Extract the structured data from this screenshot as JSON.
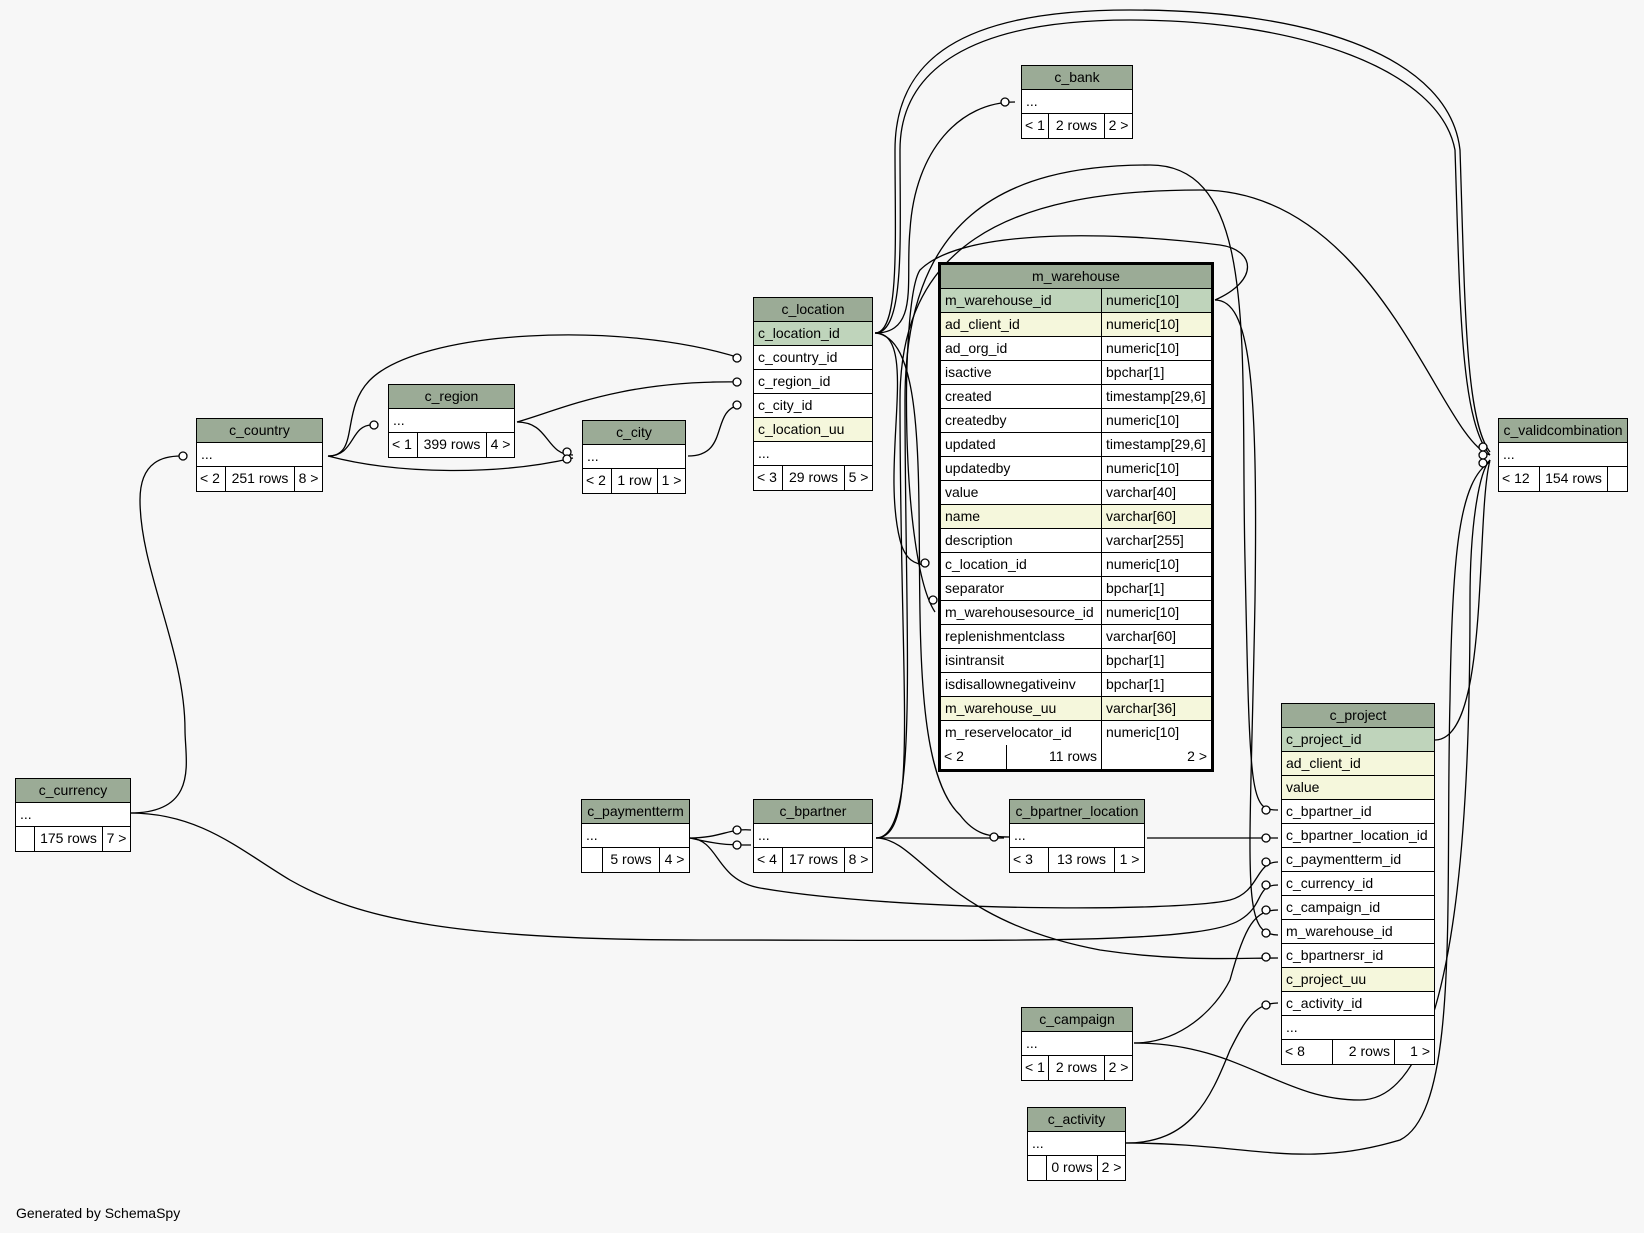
{
  "footer": "Generated by SchemaSpy",
  "tables": {
    "c_bank": {
      "name": "c_bank",
      "rows": [
        "..."
      ],
      "foot": [
        "< 1",
        "2 rows",
        "2 >"
      ]
    },
    "c_location": {
      "name": "c_location",
      "rows": [
        "c_location_id",
        "c_country_id",
        "c_region_id",
        "c_city_id",
        "c_location_uu",
        "..."
      ],
      "foot": [
        "< 3",
        "29 rows",
        "5 >"
      ]
    },
    "c_region": {
      "name": "c_region",
      "rows": [
        "..."
      ],
      "foot": [
        "< 1",
        "399 rows",
        "4 >"
      ]
    },
    "c_country": {
      "name": "c_country",
      "rows": [
        "..."
      ],
      "foot": [
        "< 2",
        "251 rows",
        "8 >"
      ]
    },
    "c_city": {
      "name": "c_city",
      "rows": [
        "..."
      ],
      "foot": [
        "< 2",
        "1 row",
        "1 >"
      ]
    },
    "c_currency": {
      "name": "c_currency",
      "rows": [
        "..."
      ],
      "foot": [
        "",
        "175 rows",
        "7 >"
      ]
    },
    "c_paymentterm": {
      "name": "c_paymentterm",
      "rows": [
        "..."
      ],
      "foot": [
        "",
        "5 rows",
        "4 >"
      ]
    },
    "c_bpartner": {
      "name": "c_bpartner",
      "rows": [
        "..."
      ],
      "foot": [
        "< 4",
        "17 rows",
        "8 >"
      ]
    },
    "c_bpartner_location": {
      "name": "c_bpartner_location",
      "rows": [
        "..."
      ],
      "foot": [
        "< 3",
        "13 rows",
        "1 >"
      ]
    },
    "c_validcombination": {
      "name": "c_validcombination",
      "rows": [
        "..."
      ],
      "foot": [
        "< 12",
        "154 rows",
        ""
      ]
    },
    "c_campaign": {
      "name": "c_campaign",
      "rows": [
        "..."
      ],
      "foot": [
        "< 1",
        "2 rows",
        "2 >"
      ]
    },
    "c_activity": {
      "name": "c_activity",
      "rows": [
        "..."
      ],
      "foot": [
        "",
        "0 rows",
        "2 >"
      ]
    },
    "c_project": {
      "name": "c_project",
      "rows": [
        "c_project_id",
        "ad_client_id",
        "value",
        "c_bpartner_id",
        "c_bpartner_location_id",
        "c_paymentterm_id",
        "c_currency_id",
        "c_campaign_id",
        "m_warehouse_id",
        "c_bpartnersr_id",
        "c_project_uu",
        "c_activity_id",
        "..."
      ],
      "foot": [
        "< 8",
        "2 rows",
        "1 >"
      ]
    },
    "m_warehouse": {
      "name": "m_warehouse",
      "columns": [
        {
          "name": "m_warehouse_id",
          "type": "numeric[10]"
        },
        {
          "name": "ad_client_id",
          "type": "numeric[10]"
        },
        {
          "name": "ad_org_id",
          "type": "numeric[10]"
        },
        {
          "name": "isactive",
          "type": "bpchar[1]"
        },
        {
          "name": "created",
          "type": "timestamp[29,6]"
        },
        {
          "name": "createdby",
          "type": "numeric[10]"
        },
        {
          "name": "updated",
          "type": "timestamp[29,6]"
        },
        {
          "name": "updatedby",
          "type": "numeric[10]"
        },
        {
          "name": "value",
          "type": "varchar[40]"
        },
        {
          "name": "name",
          "type": "varchar[60]"
        },
        {
          "name": "description",
          "type": "varchar[255]"
        },
        {
          "name": "c_location_id",
          "type": "numeric[10]"
        },
        {
          "name": "separator",
          "type": "bpchar[1]"
        },
        {
          "name": "m_warehousesource_id",
          "type": "numeric[10]"
        },
        {
          "name": "replenishmentclass",
          "type": "varchar[60]"
        },
        {
          "name": "isintransit",
          "type": "bpchar[1]"
        },
        {
          "name": "isdisallownegativeinv",
          "type": "bpchar[1]"
        },
        {
          "name": "m_warehouse_uu",
          "type": "varchar[36]"
        },
        {
          "name": "m_reservelocator_id",
          "type": "numeric[10]"
        }
      ],
      "foot": [
        "< 2",
        "11 rows",
        "2 >"
      ]
    }
  }
}
